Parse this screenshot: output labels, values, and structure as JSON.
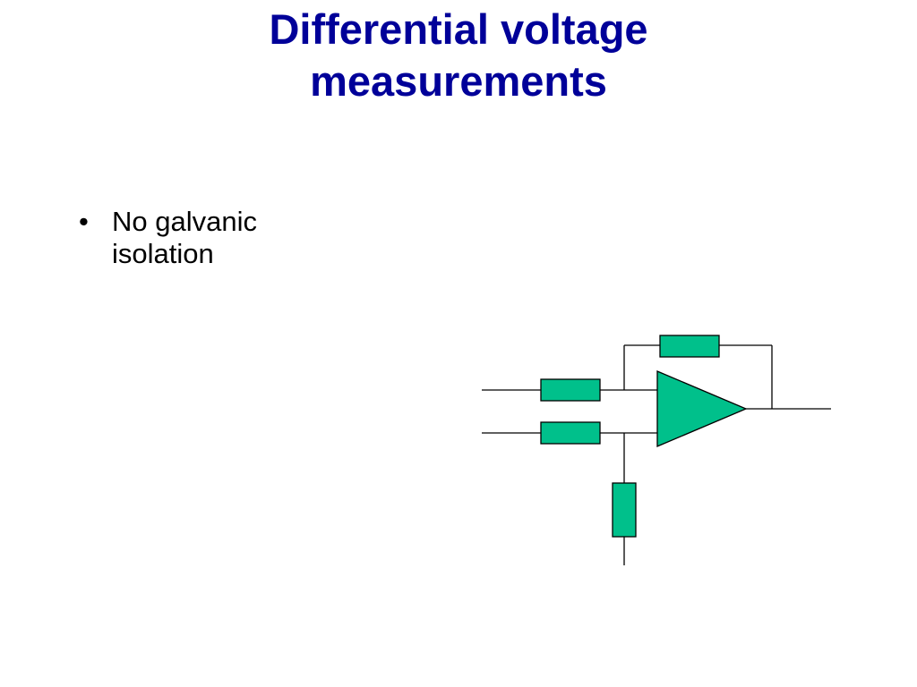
{
  "slide": {
    "title_line1": "Differential voltage",
    "title_line2": "measurements",
    "title_color": "#000099",
    "bullets": [
      {
        "marker": "•",
        "text": "No galvanic isolation"
      }
    ]
  },
  "diagram": {
    "component_fill": "#00C08B",
    "wire_color": "#000000",
    "components": [
      {
        "type": "resistor",
        "role": "feedback"
      },
      {
        "type": "resistor",
        "role": "inverting-input"
      },
      {
        "type": "resistor",
        "role": "non-inverting-input"
      },
      {
        "type": "resistor",
        "role": "ground-reference"
      },
      {
        "type": "op-amp",
        "role": "differential-amplifier"
      }
    ]
  }
}
